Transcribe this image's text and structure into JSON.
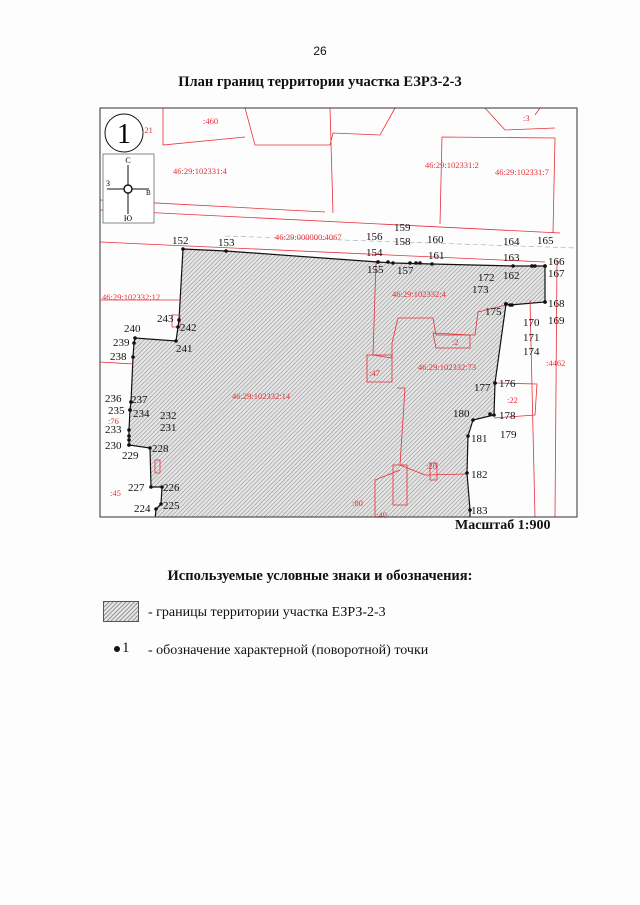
{
  "page_number": "26",
  "title": "План границ территории участка ЕЗРЗ-2-3",
  "map": {
    "sheet_number": "1",
    "compass": {
      "north": "С",
      "south": "Ю",
      "west": "З",
      "east": "В"
    },
    "parcel_labels": [
      "46:29:102331:4",
      "46:29:102331:2",
      "46:29:102331:7",
      ":460",
      ":21",
      ":3",
      "46:29:000000:4067",
      "46:29:102332:12",
      "46:29:102332:4",
      "46:29:102332:14",
      "46:29:102332:73",
      ":2",
      ":47",
      ":4462",
      ":22",
      ":76",
      ":45",
      ":20",
      ":80",
      ":40"
    ],
    "point_labels": [
      "152",
      "153",
      "154",
      "155",
      "156",
      "157",
      "158",
      "159",
      "160",
      "161",
      "162",
      "163",
      "164",
      "165",
      "166",
      "167",
      "168",
      "169",
      "170",
      "171",
      "172",
      "173",
      "174",
      "175",
      "176",
      "177",
      "178",
      "179",
      "180",
      "181",
      "182",
      "183",
      "224",
      "225",
      "226",
      "227",
      "228",
      "229",
      "230",
      "231",
      "232",
      "233",
      "234",
      "235",
      "236",
      "237",
      "238",
      "239",
      "240",
      "241",
      "242",
      "243"
    ],
    "colors": {
      "parcel_line": "#e8303a",
      "boundary": "#111111",
      "hatch": "#8a8a8a"
    }
  },
  "scale": "Масштаб 1:900",
  "legend": {
    "title": "Используемые условные знаки и обозначения:",
    "items": [
      {
        "symbol": "hatched-area",
        "text": "-  границы территории участка ЕЗРЗ-2-3"
      },
      {
        "symbol": "point",
        "number": "1",
        "text": "-  обозначение характерной (поворотной) точки"
      }
    ]
  }
}
